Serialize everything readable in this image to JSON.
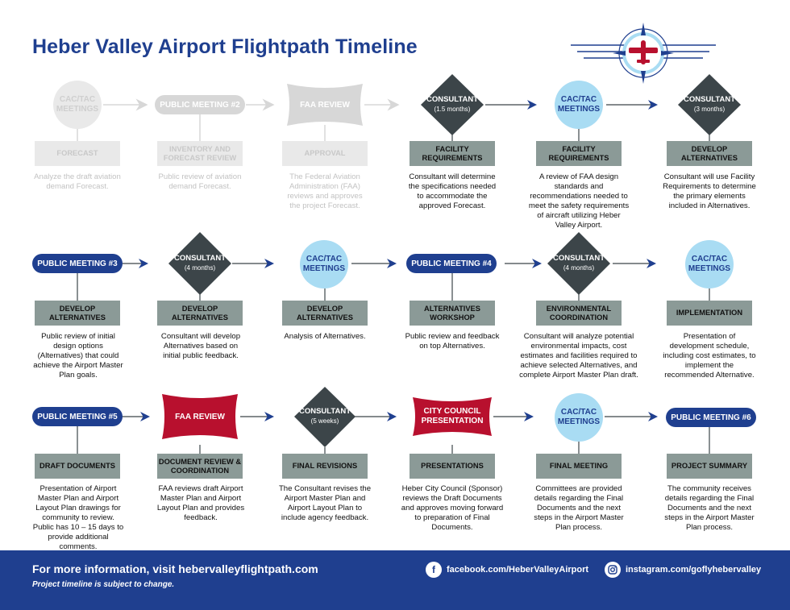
{
  "title": "Heber Valley Airport Flightpath Timeline",
  "colors": {
    "navy": "#1f3f8f",
    "cyan": "#a9dcf3",
    "diamond": "#3c4549",
    "red": "#b8102e",
    "box": "#8b9a97",
    "faded": "#d7d7d7"
  },
  "row1": {
    "s1": {
      "shape_label": "CAC/TAC MEETINGS",
      "box": "FORECAST",
      "desc": "Analyze the draft aviation demand Forecast."
    },
    "s2": {
      "shape_label": "PUBLIC MEETING #2",
      "box": "INVENTORY AND FORECAST REVIEW",
      "desc": "Public review of aviation demand Forecast."
    },
    "s3": {
      "shape_label": "FAA REVIEW",
      "box": "APPROVAL",
      "desc": "The Federal Aviation Administration (FAA) reviews and approves the project Forecast."
    },
    "s4": {
      "shape_label": "CONSULTANT",
      "shape_sub": "(1.5 months)",
      "box": "FACILITY REQUIREMENTS",
      "desc": "Consultant will determine the specifications needed to accommodate the approved Forecast."
    },
    "s5": {
      "shape_label": "CAC/TAC MEETINGS",
      "box": "FACILITY REQUIREMENTS",
      "desc": "A review of FAA design standards and recommendations needed to meet the safety requirements of aircraft utilizing Heber Valley Airport."
    },
    "s6": {
      "shape_label": "CONSULTANT",
      "shape_sub": "(3 months)",
      "box": "DEVELOP ALTERNATIVES",
      "desc": "Consultant will use Facility Requirements to determine the primary elements included in Alternatives."
    }
  },
  "row2": {
    "s1": {
      "shape_label": "PUBLIC MEETING #3",
      "box": "DEVELOP ALTERNATIVES",
      "desc": "Public review of initial design options (Alternatives) that could achieve the Airport Master Plan goals."
    },
    "s2": {
      "shape_label": "CONSULTANT",
      "shape_sub": "(4 months)",
      "box": "DEVELOP ALTERNATIVES",
      "desc": "Consultant will develop Alternatives based on initial public feedback."
    },
    "s3": {
      "shape_label": "CAC/TAC MEETINGS",
      "box": "DEVELOP ALTERNATIVES",
      "desc": "Analysis of Alternatives."
    },
    "s4": {
      "shape_label": "PUBLIC MEETING #4",
      "box": "ALTERNATIVES WORKSHOP",
      "desc": "Public review and feedback on top Alternatives."
    },
    "s5": {
      "shape_label": "CONSULTANT",
      "shape_sub": "(4 months)",
      "box": "ENVIRONMENTAL COORDINATION",
      "desc": "Consultant will analyze potential environmental impacts, cost estimates and facilities required to achieve selected Alternatives, and complete Airport Master Plan draft."
    },
    "s6": {
      "shape_label": "CAC/TAC MEETINGS",
      "box": "IMPLEMENTATION",
      "desc": "Presentation of development schedule, including cost estimates, to implement the recommended Alternative."
    }
  },
  "row3": {
    "s1": {
      "shape_label": "PUBLIC MEETING #5",
      "box": "DRAFT DOCUMENTS",
      "desc": "Presentation of Airport Master Plan and Airport Layout Plan drawings for community to review. Public has 10 – 15 days to provide additional comments."
    },
    "s2": {
      "shape_label": "FAA REVIEW",
      "box": "DOCUMENT REVIEW & COORDINATION",
      "desc": "FAA reviews draft Airport Master Plan and Airport Layout Plan and provides feedback."
    },
    "s3": {
      "shape_label": "CONSULTANT",
      "shape_sub": "(5 weeks)",
      "box": "FINAL REVISIONS",
      "desc": "The Consultant revises the Airport Master Plan and Airport Layout Plan to include agency feedback."
    },
    "s4": {
      "shape_label": "CITY COUNCIL PRESENTATION",
      "box": "PRESENTATIONS",
      "desc": "Heber City Council (Sponsor) reviews the Draft Documents and approves moving forward to preparation of Final Documents."
    },
    "s5": {
      "shape_label": "CAC/TAC MEETINGS",
      "box": "FINAL MEETING",
      "desc": "Committees are provided details regarding the Final Documents and the next steps in the Airport Master Plan process."
    },
    "s6": {
      "shape_label": "PUBLIC MEETING #6",
      "box": "PROJECT SUMMARY",
      "desc": "The community receives details regarding the Final Documents and the next steps in the Airport Master Plan process."
    }
  },
  "footer": {
    "main": "For more information, visit hebervalleyflightpath.com",
    "note": "Project timeline is subject to change.",
    "facebook": "facebook.com/HeberValleyAirport",
    "instagram": "instagram.com/goflyhebervalley",
    "facebook_icon": "facebook-icon",
    "instagram_icon": "instagram-icon"
  }
}
